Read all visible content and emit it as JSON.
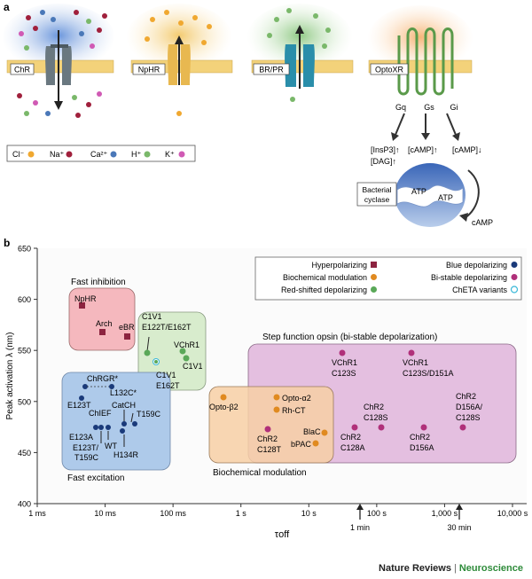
{
  "panel_a": {
    "label": "a",
    "opsins": [
      "ChR",
      "NpHR",
      "BR/PR",
      "OptoXR"
    ],
    "ion_legend": [
      {
        "label": "Cl⁻",
        "color": "#f0a830"
      },
      {
        "label": "Na⁺",
        "color": "#a0203c"
      },
      {
        "label": "Ca²⁺",
        "color": "#4a78b8"
      },
      {
        "label": "H⁺",
        "color": "#7ab86a"
      },
      {
        "label": "K⁺",
        "color": "#d05ab4"
      }
    ],
    "g_proteins": [
      "Gq",
      "Gs",
      "Gi"
    ],
    "messengers": {
      "gq": "[InsP3]↑",
      "dag": "[DAG]↑",
      "gs": "[cAMP]↑",
      "gi": "[cAMP]↓"
    },
    "cyclase_label_1": "Bacterial",
    "cyclase_label_2": "cyclase",
    "atp": "ATP",
    "camp": "cAMP"
  },
  "panel_b": {
    "label": "b",
    "ylabel": "Peak activation λ (nm)",
    "xlabel": "τoff",
    "y_ticks": [
      "650",
      "600",
      "550",
      "500",
      "450",
      "400"
    ],
    "x_ticks": [
      "1 ms",
      "10 ms",
      "100 ms",
      "1 s",
      "10 s",
      "100 s",
      "1,000 s",
      "10,000 s"
    ],
    "time_markers": [
      "1 min",
      "30 min"
    ],
    "group_labels": {
      "fast_inhibition": "Fast inhibition",
      "fast_excitation": "Fast excitation",
      "step_function": "Step function opsin (bi-stable depolarization)",
      "biochemical": "Biochemical modulation"
    },
    "legend": [
      {
        "label": "Hyperpolarizing",
        "color": "#8c2440",
        "shape": "square"
      },
      {
        "label": "Blue depolarizing",
        "color": "#1a3a7a",
        "shape": "circle"
      },
      {
        "label": "Biochemical modulation",
        "color": "#e08a20",
        "shape": "circle"
      },
      {
        "label": "Bi-stable depolarizing",
        "color": "#b0307a",
        "shape": "circle"
      },
      {
        "label": "Red-shifted depolarizing",
        "color": "#5aa858",
        "shape": "circle"
      },
      {
        "label": "ChETA variants",
        "color": "#3ab8d8",
        "shape": "open-circle"
      }
    ],
    "point_labels": {
      "nphr": "NpHR",
      "arch": "Arch",
      "ebr": "eBR",
      "c1v1_e122t": "C1V1 E122T/E162T",
      "vchr1": "VChR1",
      "c1v1": "C1V1",
      "c1v1_e162t": "C1V1 E162T",
      "chrgr": "ChRGR*",
      "e123t": "E123T",
      "l132c": "L132C*",
      "catch": "CatCH",
      "chief": "ChIEF",
      "t159c": "T159C",
      "e123a": "E123A",
      "wt": "WT",
      "e123t_t159c": "E123T/ T159C",
      "h134r": "H134R",
      "opto_b2": "Opto-β2",
      "opto_a2": "Opto-α2",
      "rh_ct": "Rh-CT",
      "blac": "BlaC",
      "bpac": "bPAC",
      "chr2_c128t": "ChR2 C128T",
      "vchr1_c123s": "VChR1 C123S",
      "chr2_c128s": "ChR2 C128S",
      "chr2_c128a": "ChR2 C128A",
      "vchr1_c123s_d151a": "VChR1 C123S/D151A",
      "chr2_d156a_pt": "ChR2 D156A",
      "chr2_d156a_c128s": "ChR2 D156A/ C128S"
    }
  },
  "footer": {
    "publisher": "Nature Reviews",
    "journal": "Neuroscience"
  }
}
